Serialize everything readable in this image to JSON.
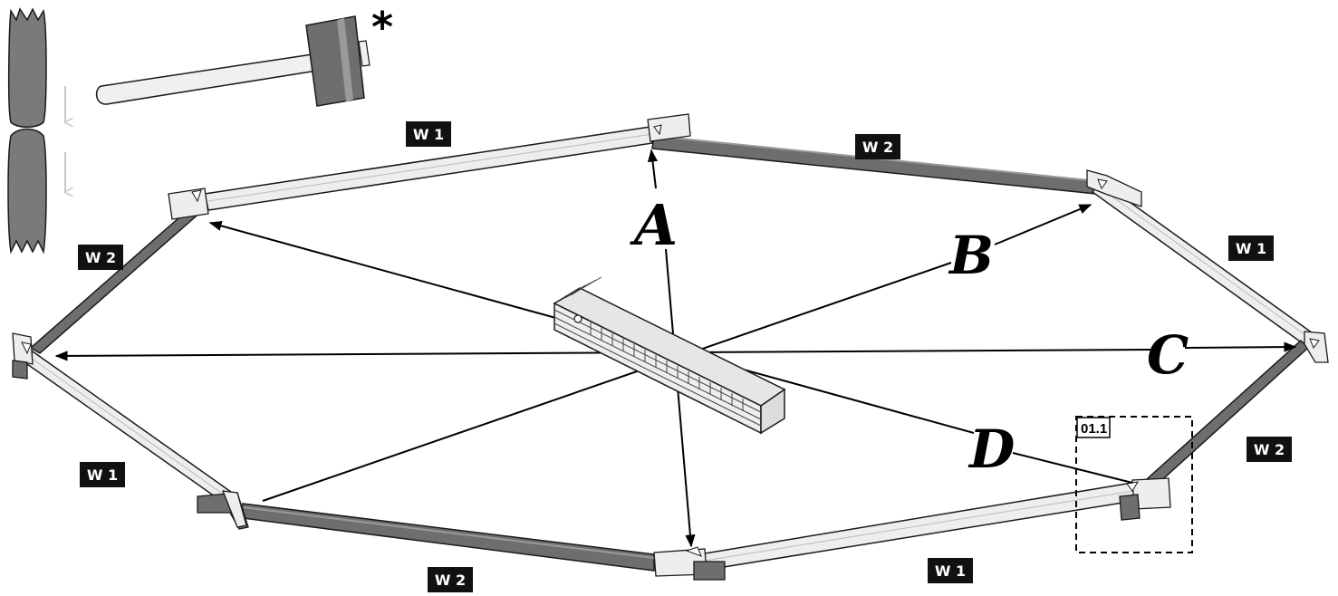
{
  "labels": {
    "w1": "W 1",
    "w2": "W 2"
  },
  "measurements": [
    "A",
    "B",
    "C",
    "D"
  ],
  "detail_ref": "01.1",
  "asterisk": "*",
  "colors": {
    "light_beam": "#eeeeee",
    "dark_beam": "#6e6e6e",
    "outline": "#1a1a1a",
    "dowel": "#777777",
    "arrow_guide": "#c8c8c8"
  },
  "icons": [
    "mallet-icon",
    "dowel-joint-icon",
    "folding-ruler-icon"
  ]
}
